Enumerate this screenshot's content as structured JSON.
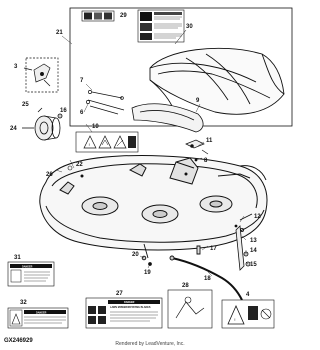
{
  "diagram": {
    "callouts": [
      "29",
      "30",
      "21",
      "3",
      "7",
      "6",
      "9",
      "25",
      "16",
      "24",
      "10",
      "11",
      "22",
      "26",
      "8",
      "12",
      "13",
      "14",
      "15",
      "17",
      "18",
      "19",
      "20",
      "31",
      "32",
      "27",
      "28",
      "4"
    ],
    "decals": {
      "label_27_title": "DANGER",
      "label_27_text": "LAWN MOWER/ROTATING BLADES",
      "label_31_title": "DANGER",
      "label_32_title": "DANGER"
    }
  },
  "figure_code": "GX246929",
  "footer_text": "Rendered by LeadVenture, Inc."
}
